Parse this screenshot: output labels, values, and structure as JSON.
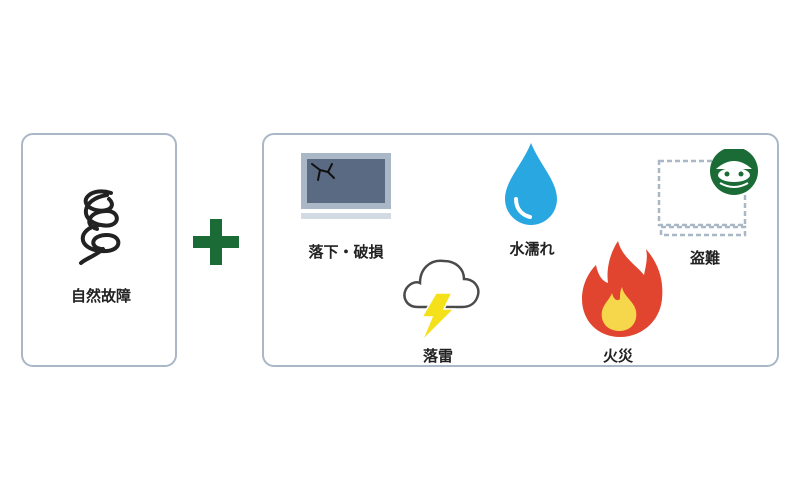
{
  "left": {
    "label": "自然故障"
  },
  "right": {
    "items": [
      {
        "label": "落下・破損",
        "icon": "cracked-screen-icon"
      },
      {
        "label": "水濡れ",
        "icon": "water-drop-icon"
      },
      {
        "label": "盗難",
        "icon": "thief-icon"
      },
      {
        "label": "落雷",
        "icon": "lightning-cloud-icon"
      },
      {
        "label": "火災",
        "icon": "fire-icon"
      }
    ]
  },
  "colors": {
    "border": "#a9b7c6",
    "plus": "#1a6b35",
    "water": "#29a7e1",
    "fire_outer": "#e2452f",
    "fire_inner": "#f6d64a",
    "bolt": "#f5e11a",
    "thief": "#1a6b35"
  }
}
